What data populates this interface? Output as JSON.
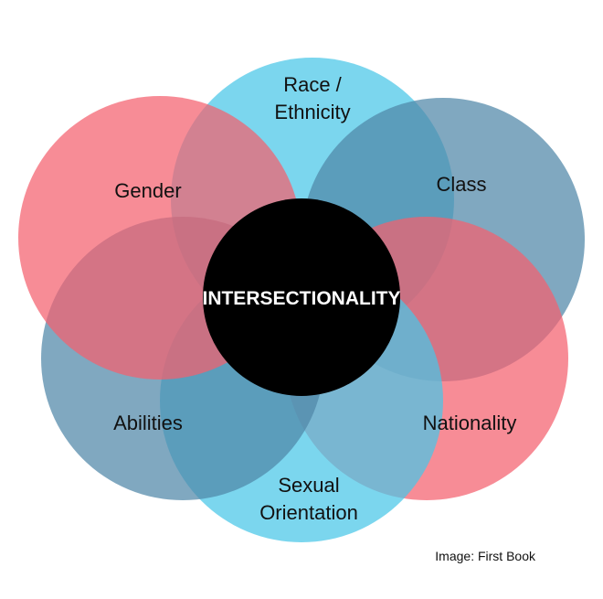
{
  "diagram": {
    "center_label": "INTERSECTIONALITY",
    "center_color": "#000000",
    "circles": [
      {
        "id": "race",
        "lines": [
          "Race /",
          "Ethnicity"
        ],
        "color": "#48c6e8"
      },
      {
        "id": "class",
        "lines": [
          "Class"
        ],
        "color": "#4f86a8"
      },
      {
        "id": "nationality",
        "lines": [
          "Nationality"
        ],
        "color": "#f4606e"
      },
      {
        "id": "sexual-orientation",
        "lines": [
          "Sexual",
          "Orientation"
        ],
        "color": "#48c6e8"
      },
      {
        "id": "abilities",
        "lines": [
          "Abilities"
        ],
        "color": "#4f86a8"
      },
      {
        "id": "gender",
        "lines": [
          "Gender"
        ],
        "color": "#f4606e"
      }
    ]
  },
  "credit": "Image: First Book"
}
